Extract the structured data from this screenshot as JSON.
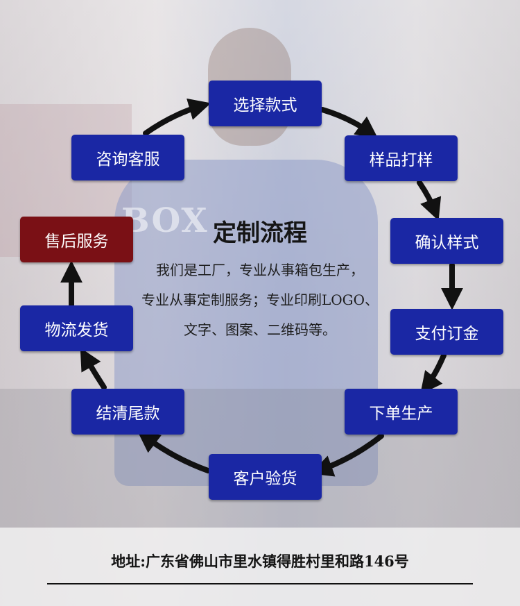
{
  "title": "定制流程",
  "description": [
    "我们是工厂，专业从事箱包生产，",
    "专业从事定制服务；专业印刷LOGO、",
    "文字、图案、二维码等。"
  ],
  "background_logo_text": "BOX",
  "steps": [
    {
      "label": "选择款式"
    },
    {
      "label": "样品打样"
    },
    {
      "label": "确认样式"
    },
    {
      "label": "支付订金"
    },
    {
      "label": "下单生产"
    },
    {
      "label": "客户验货"
    },
    {
      "label": "结清尾款"
    },
    {
      "label": "物流发货"
    },
    {
      "label": "售后服务"
    },
    {
      "label": "咨询客服"
    }
  ],
  "address": "地址:广东省佛山市里水镇得胜村里和路146号",
  "colors": {
    "step_box": "#1a27a4",
    "highlight_box": "#7a1015",
    "arrow": "#111111"
  }
}
